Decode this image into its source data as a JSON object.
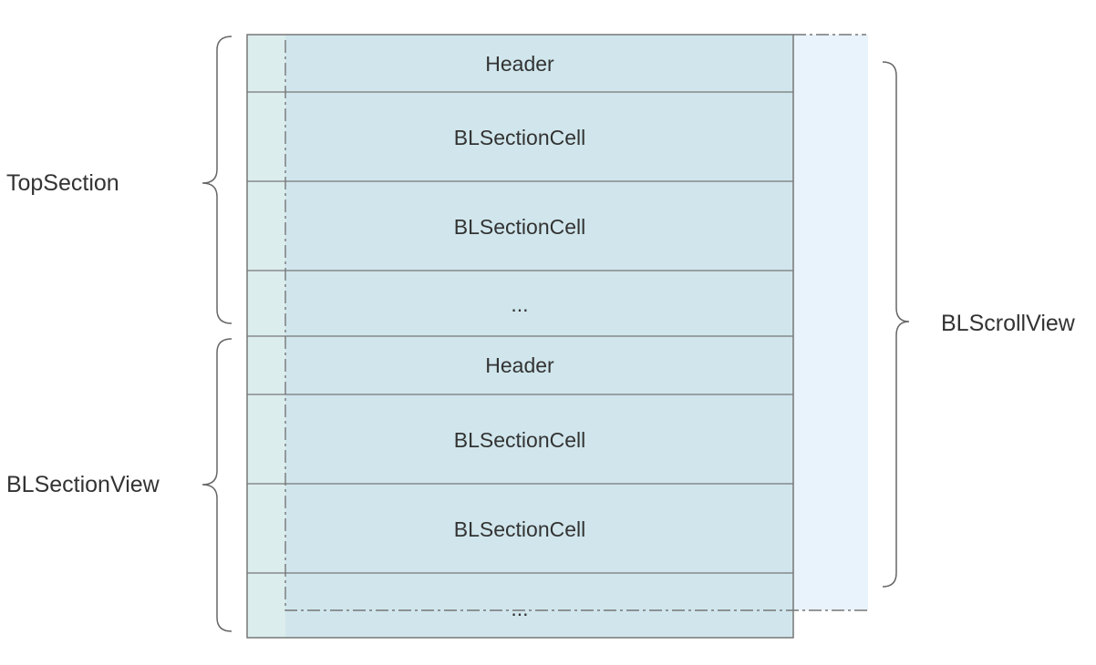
{
  "section_groups": [
    {
      "label": "TopSection",
      "rows": [
        {
          "kind": "header",
          "label": "Header"
        },
        {
          "kind": "cell",
          "label": "BLSectionCell"
        },
        {
          "kind": "cell",
          "label": "BLSectionCell"
        },
        {
          "kind": "more",
          "label": "..."
        }
      ]
    },
    {
      "label": "BLSectionView",
      "rows": [
        {
          "kind": "header",
          "label": "Header"
        },
        {
          "kind": "cell",
          "label": "BLSectionCell"
        },
        {
          "kind": "cell",
          "label": "BLSectionCell"
        },
        {
          "kind": "more",
          "label": "..."
        }
      ]
    }
  ],
  "scroll_view": {
    "label": "BLScrollView"
  },
  "colors": {
    "table_fill": "#d0e6ec",
    "left_strip_fill": "#dcedee",
    "scroll_fill": "#e9f3fb",
    "border": "#777777",
    "brace": "#666666",
    "text": "#333333"
  }
}
